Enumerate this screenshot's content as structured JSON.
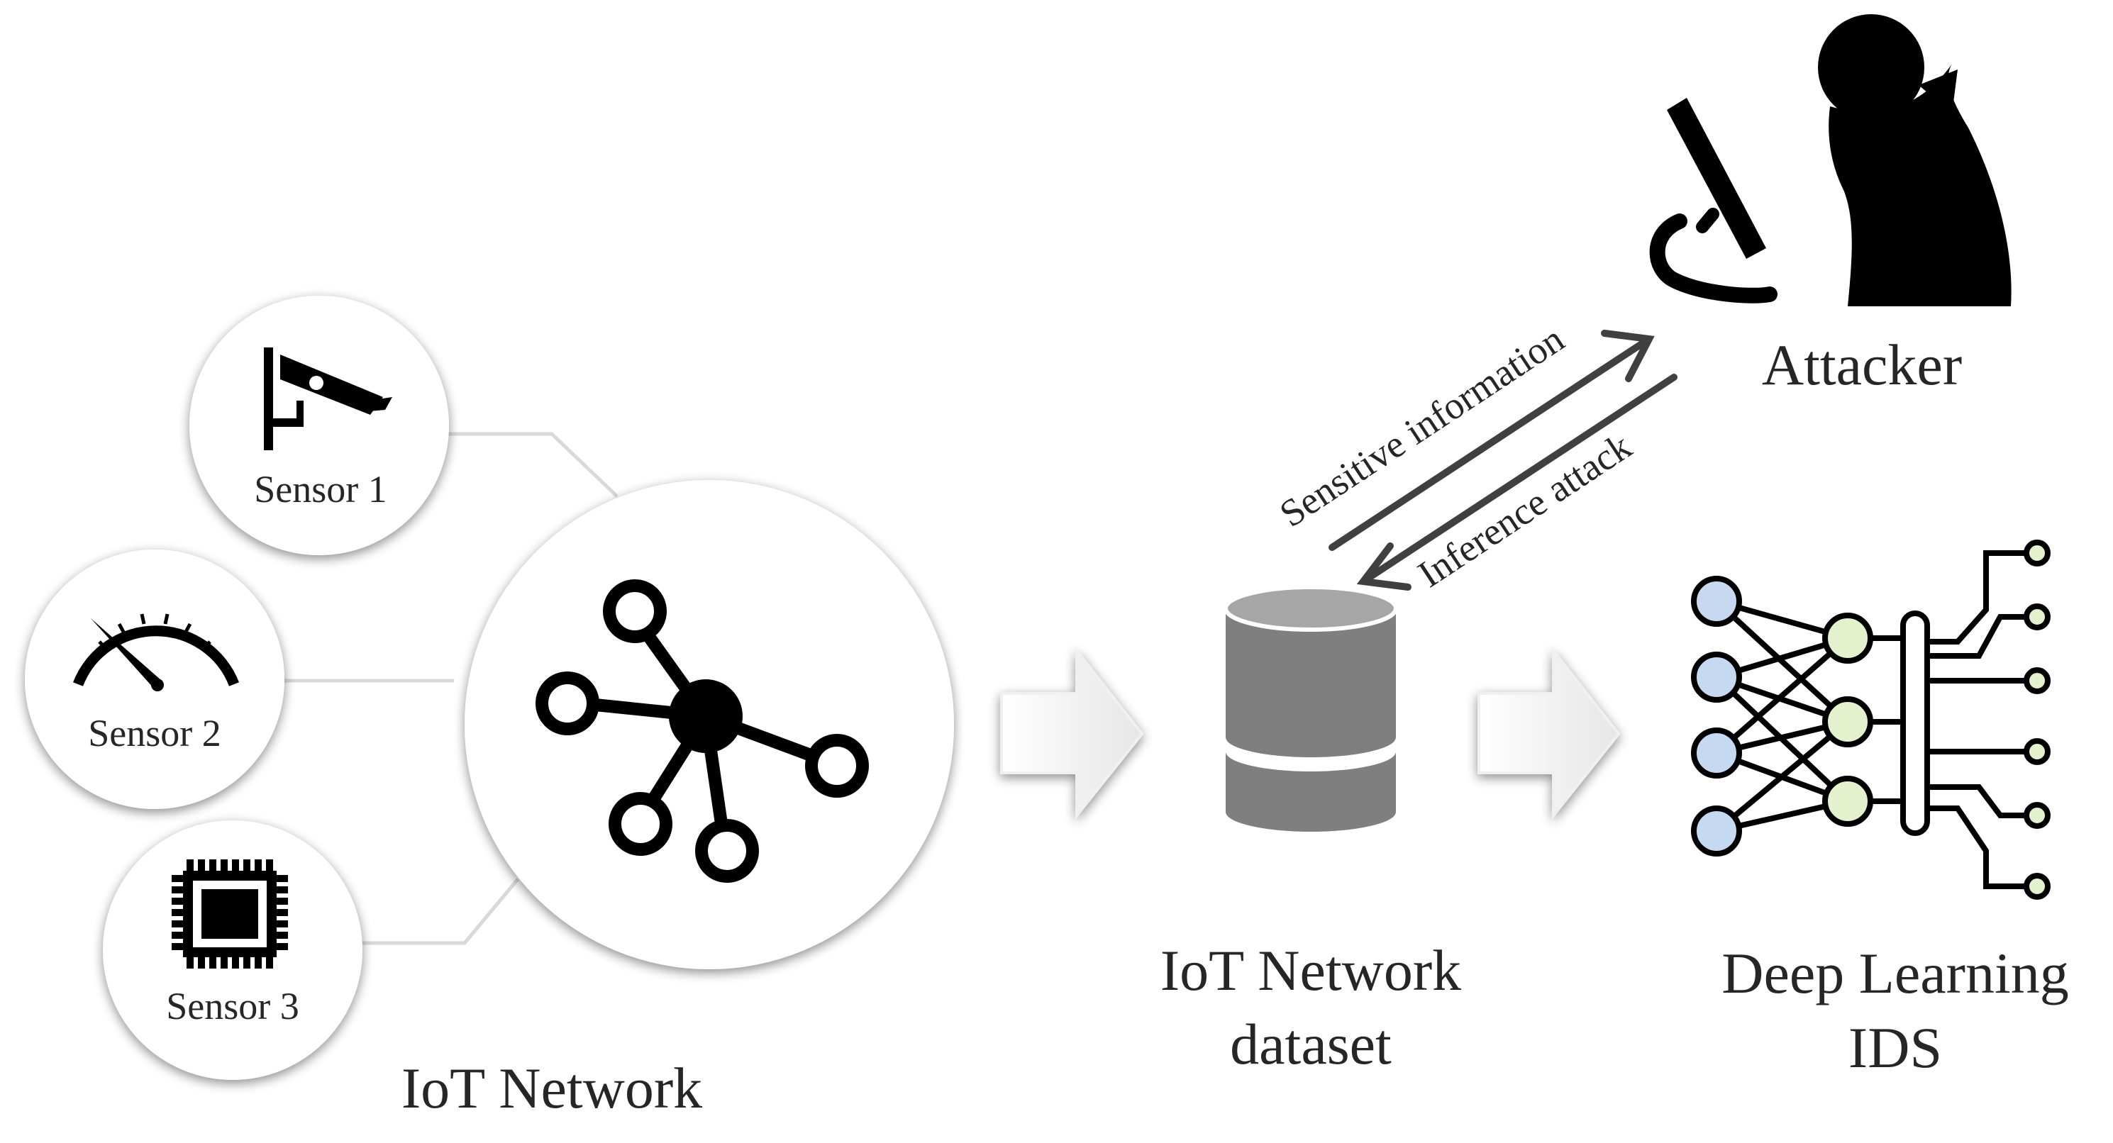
{
  "iot_network": {
    "title": "IoT Network",
    "sensors": [
      {
        "label": "Sensor 1",
        "icon": "security-camera-icon"
      },
      {
        "label": "Sensor 2",
        "icon": "gauge-icon"
      },
      {
        "label": "Sensor 3",
        "icon": "microchip-icon"
      }
    ],
    "hub_icon": "network-hub-icon"
  },
  "dataset": {
    "title_line1": "IoT Network",
    "title_line2": "dataset",
    "icon": "database-icon"
  },
  "ids": {
    "title_line1": "Deep Learning",
    "title_line2": "IDS",
    "icon": "neural-network-icon"
  },
  "attacker": {
    "title": "Attacker",
    "icon": "hacker-at-computer-icon"
  },
  "arrows": {
    "to_attacker": "Sensitive information",
    "to_dataset": "Inference attack"
  },
  "colors": {
    "node_blue": "#c5d9f1",
    "node_green": "#e3f1cd",
    "database_gray": "#7f7f7f",
    "connector_gray": "#d9d9d9",
    "arrow_dark": "#404040"
  }
}
